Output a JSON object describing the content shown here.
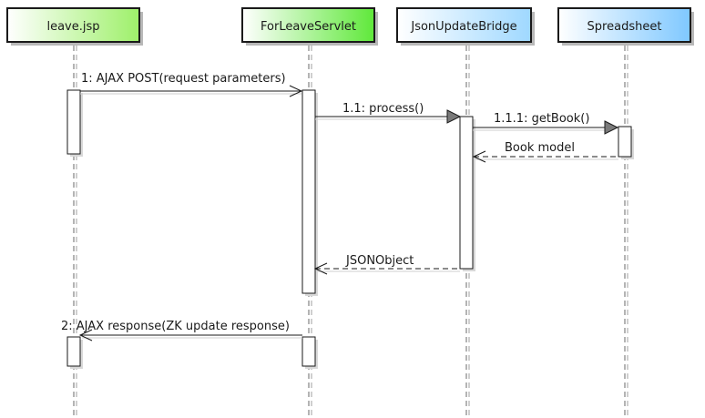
{
  "participants": [
    {
      "id": "leave",
      "label": "leave.jsp",
      "color_top": "#ffffff",
      "color_bottom": "#9ef06a"
    },
    {
      "id": "servlet",
      "label": "ForLeaveServlet",
      "color_top": "#ffffff",
      "color_bottom": "#5fe83a"
    },
    {
      "id": "bridge",
      "label": "JsonUpdateBridge",
      "color_top": "#ffffff",
      "color_bottom": "#9fd8ff"
    },
    {
      "id": "sheet",
      "label": "Spreadsheet",
      "color_top": "#ffffff",
      "color_bottom": "#7fc8ff"
    }
  ],
  "messages": [
    {
      "id": "m1",
      "label": "1: AJAX POST(request parameters)",
      "from": "leave",
      "to": "servlet",
      "kind": "call-async"
    },
    {
      "id": "m2",
      "label": "1.1: process()",
      "from": "servlet",
      "to": "bridge",
      "kind": "call-sync"
    },
    {
      "id": "m3",
      "label": "1.1.1: getBook()",
      "from": "bridge",
      "to": "sheet",
      "kind": "call-sync"
    },
    {
      "id": "m4",
      "label": "Book model",
      "from": "sheet",
      "to": "bridge",
      "kind": "return"
    },
    {
      "id": "m5",
      "label": "JSONObject",
      "from": "bridge",
      "to": "servlet",
      "kind": "return"
    },
    {
      "id": "m6",
      "label": "2: AJAX response(ZK update response)",
      "from": "servlet",
      "to": "leave",
      "kind": "call-async"
    }
  ]
}
